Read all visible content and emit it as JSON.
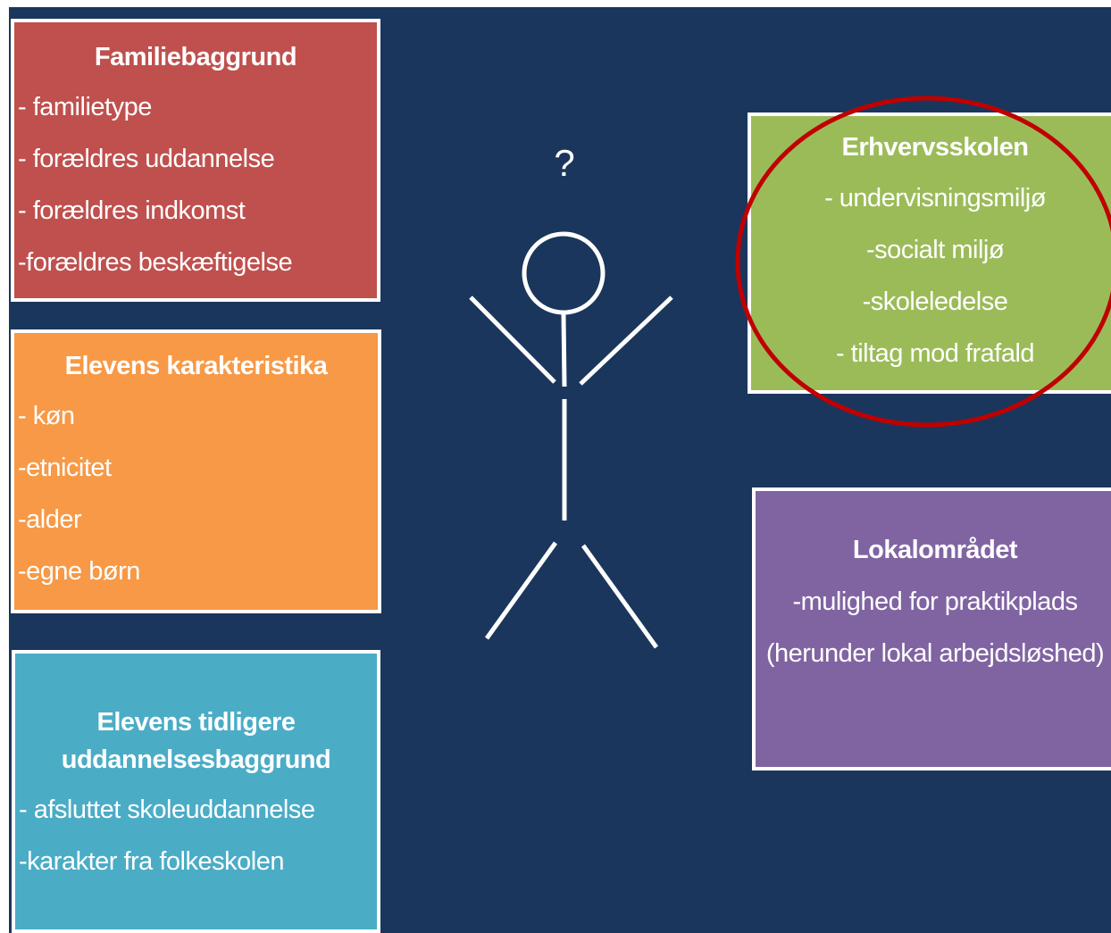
{
  "figure": {
    "question": "?"
  },
  "familie": {
    "title": "Familiebaggrund",
    "items": [
      "- familietype",
      "- forældres uddannelse",
      "- forældres indkomst",
      "-forældres beskæftigelse"
    ]
  },
  "elev": {
    "title": "Elevens karakteristika",
    "items": [
      "- køn",
      "-etnicitet",
      "-alder",
      "-egne børn"
    ]
  },
  "tidligere": {
    "title_line1": "Elevens tidligere",
    "title_line2": "uddannelsesbaggrund",
    "items": [
      "- afsluttet skoleuddannelse",
      "-karakter fra folkeskolen"
    ]
  },
  "erhverv": {
    "title": "Erhvervsskolen",
    "items": [
      "- undervisningsmiljø",
      "-socialt miljø",
      "-skoleledelse",
      "- tiltag mod frafald"
    ]
  },
  "lokal": {
    "title": "Lokalområdet",
    "items": [
      "-mulighed for praktikplads",
      "(herunder lokal arbejdsløshed)"
    ]
  },
  "colors": {
    "background": "#1b365c",
    "familie": "#bf504e",
    "elev": "#f79946",
    "tidligere": "#4bacc6",
    "erhverv": "#9bbb59",
    "lokal": "#8064a2",
    "highlight": "#c00000"
  }
}
